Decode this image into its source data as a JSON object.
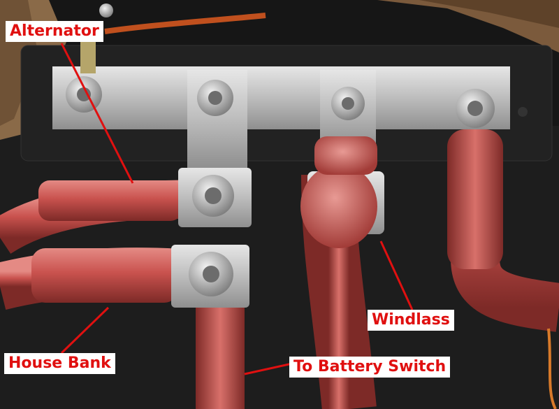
{
  "labels": {
    "alternator": "Alternator",
    "house_bank": "House Bank",
    "to_battery_switch": "To Battery Switch",
    "windlass": "Windlass"
  },
  "colors": {
    "label_text": "#e01010",
    "label_bg": "#ffffff",
    "cable_red": "#c9524e",
    "busbar": "#c8c8c8",
    "board": "#1c1c1c",
    "wood": "#8a6a48"
  }
}
